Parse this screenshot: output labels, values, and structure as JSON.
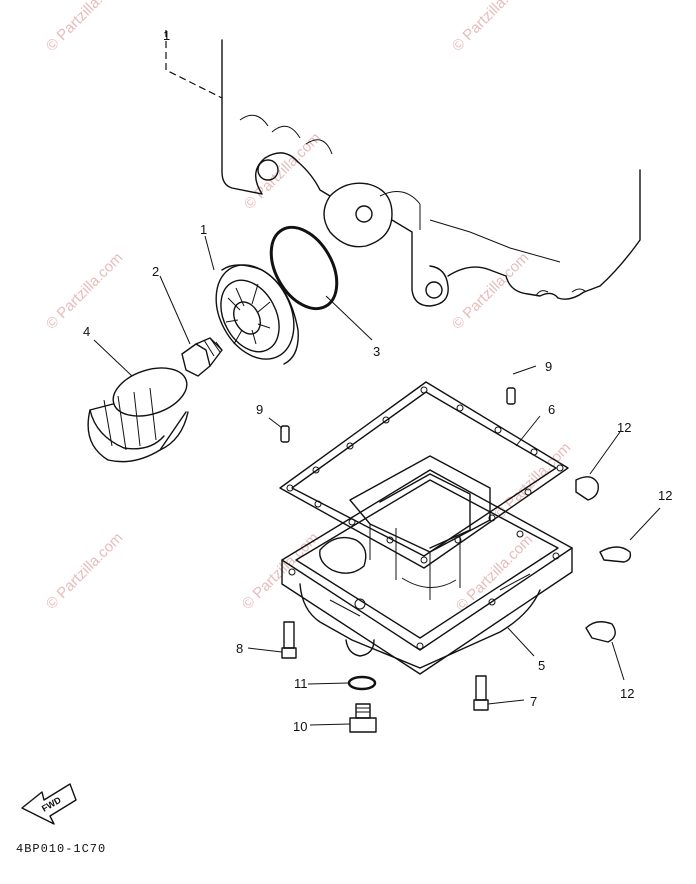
{
  "watermarks": [
    "© Partzilla.com",
    "© Partzilla.com",
    "© Partzilla.com",
    "© Partzilla.com",
    "© Partzilla.com",
    "© Partzilla.com",
    "© Partzilla.com",
    "© Partzilla.com",
    "© Partzilla.com"
  ],
  "callouts": {
    "c1_top": "1",
    "c1": "1",
    "c2": "2",
    "c3": "3",
    "c4": "4",
    "c5": "5",
    "c6": "6",
    "c7": "7",
    "c8": "8",
    "c9_left": "9",
    "c9_right": "9",
    "c10": "10",
    "c11": "11",
    "c12_a": "12",
    "c12_b": "12",
    "c12_c": "12"
  },
  "fwd_label": "FWD",
  "diagram_code": "4BP010-1C70"
}
